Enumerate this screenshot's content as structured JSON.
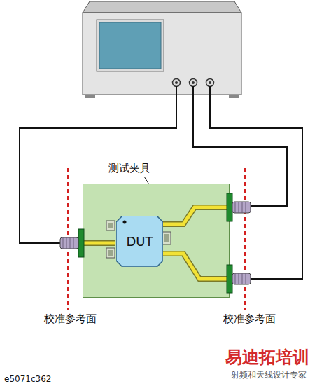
{
  "diagram": {
    "nodes": [
      {
        "text": [
          "测试夹具"
        ]
      },
      {
        "text": [
          "DUT"
        ],
        "in": 0
      }
    ],
    "labels": [
      "校准参考面",
      "校准参考面",
      "e5071c362",
      "易迪拓培训",
      "射频和天线设计专家"
    ]
  }
}
